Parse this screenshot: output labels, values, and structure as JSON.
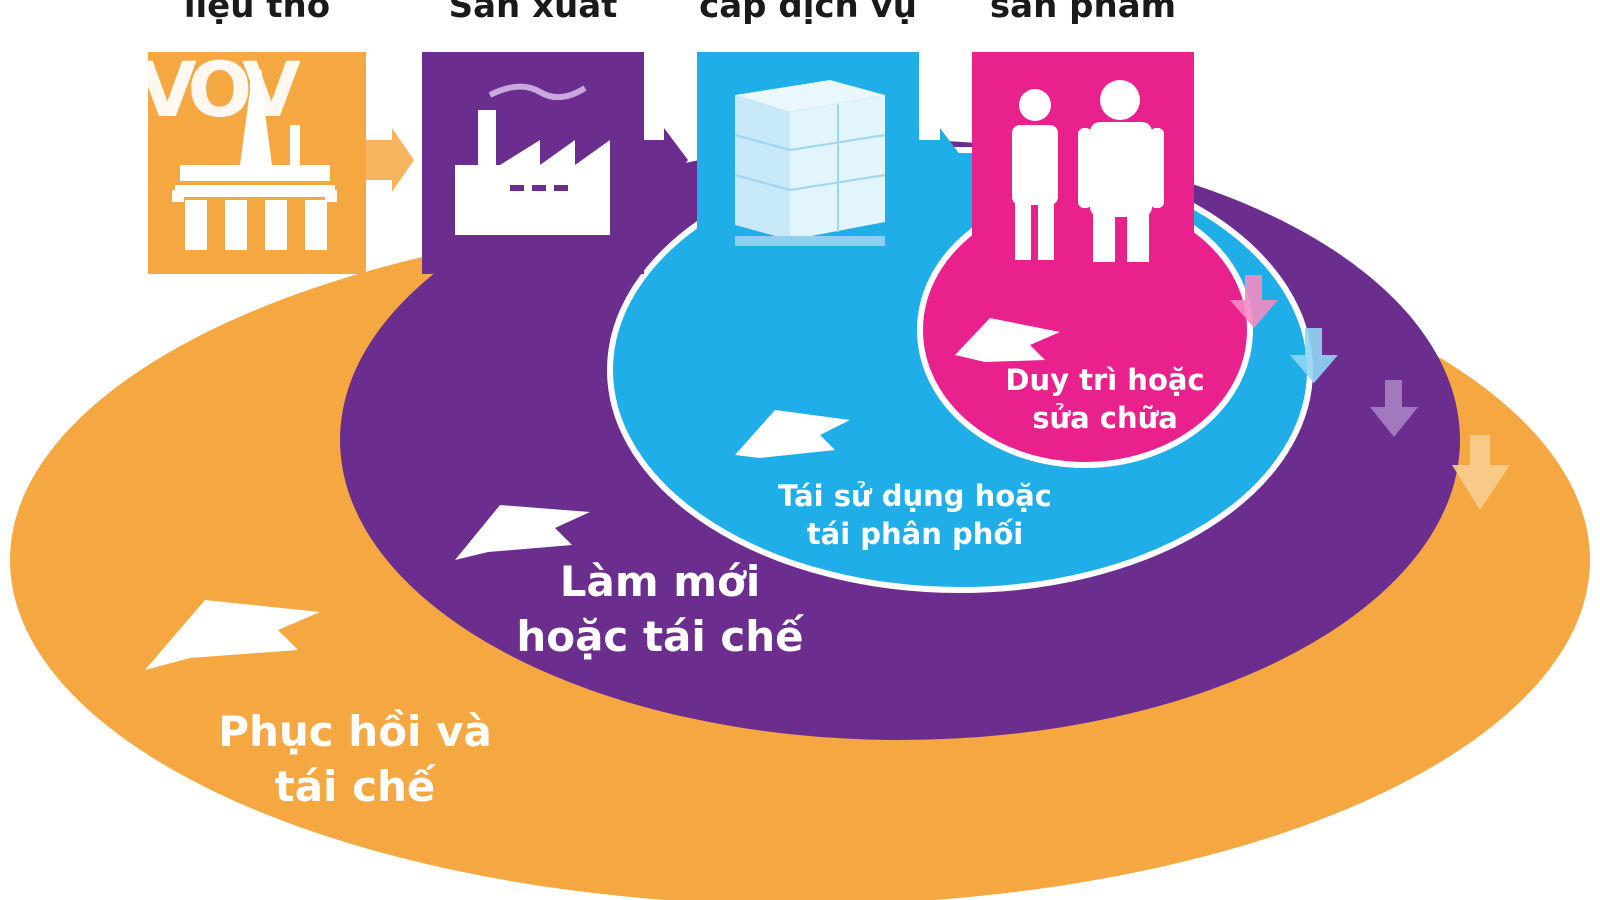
{
  "stages": [
    {
      "label": "liệu thô",
      "color": "#F5A742",
      "icon": "oil-rig-icon"
    },
    {
      "label": "Sản xuất",
      "color": "#6B2E8E",
      "icon": "factory-icon"
    },
    {
      "label": "cấp dịch vụ",
      "color": "#1FAEE8",
      "icon": "pallet-boxes-icon"
    },
    {
      "label": "sản phẩm",
      "color": "#E8218D",
      "icon": "people-icon"
    }
  ],
  "loops": {
    "maintain": "Duy trì hoặc\nsửa chữa",
    "reuse": "Tái sử dụng hoặc\ntái phân phối",
    "refurbish": "Làm mới\nhoặc tái chế",
    "recover": "Phục hồi và\ntái chế"
  },
  "logo": "VOV",
  "colors": {
    "orange": "#F5A742",
    "purple": "#6B2E8E",
    "blue": "#1FAEE8",
    "pink": "#E8218D"
  }
}
